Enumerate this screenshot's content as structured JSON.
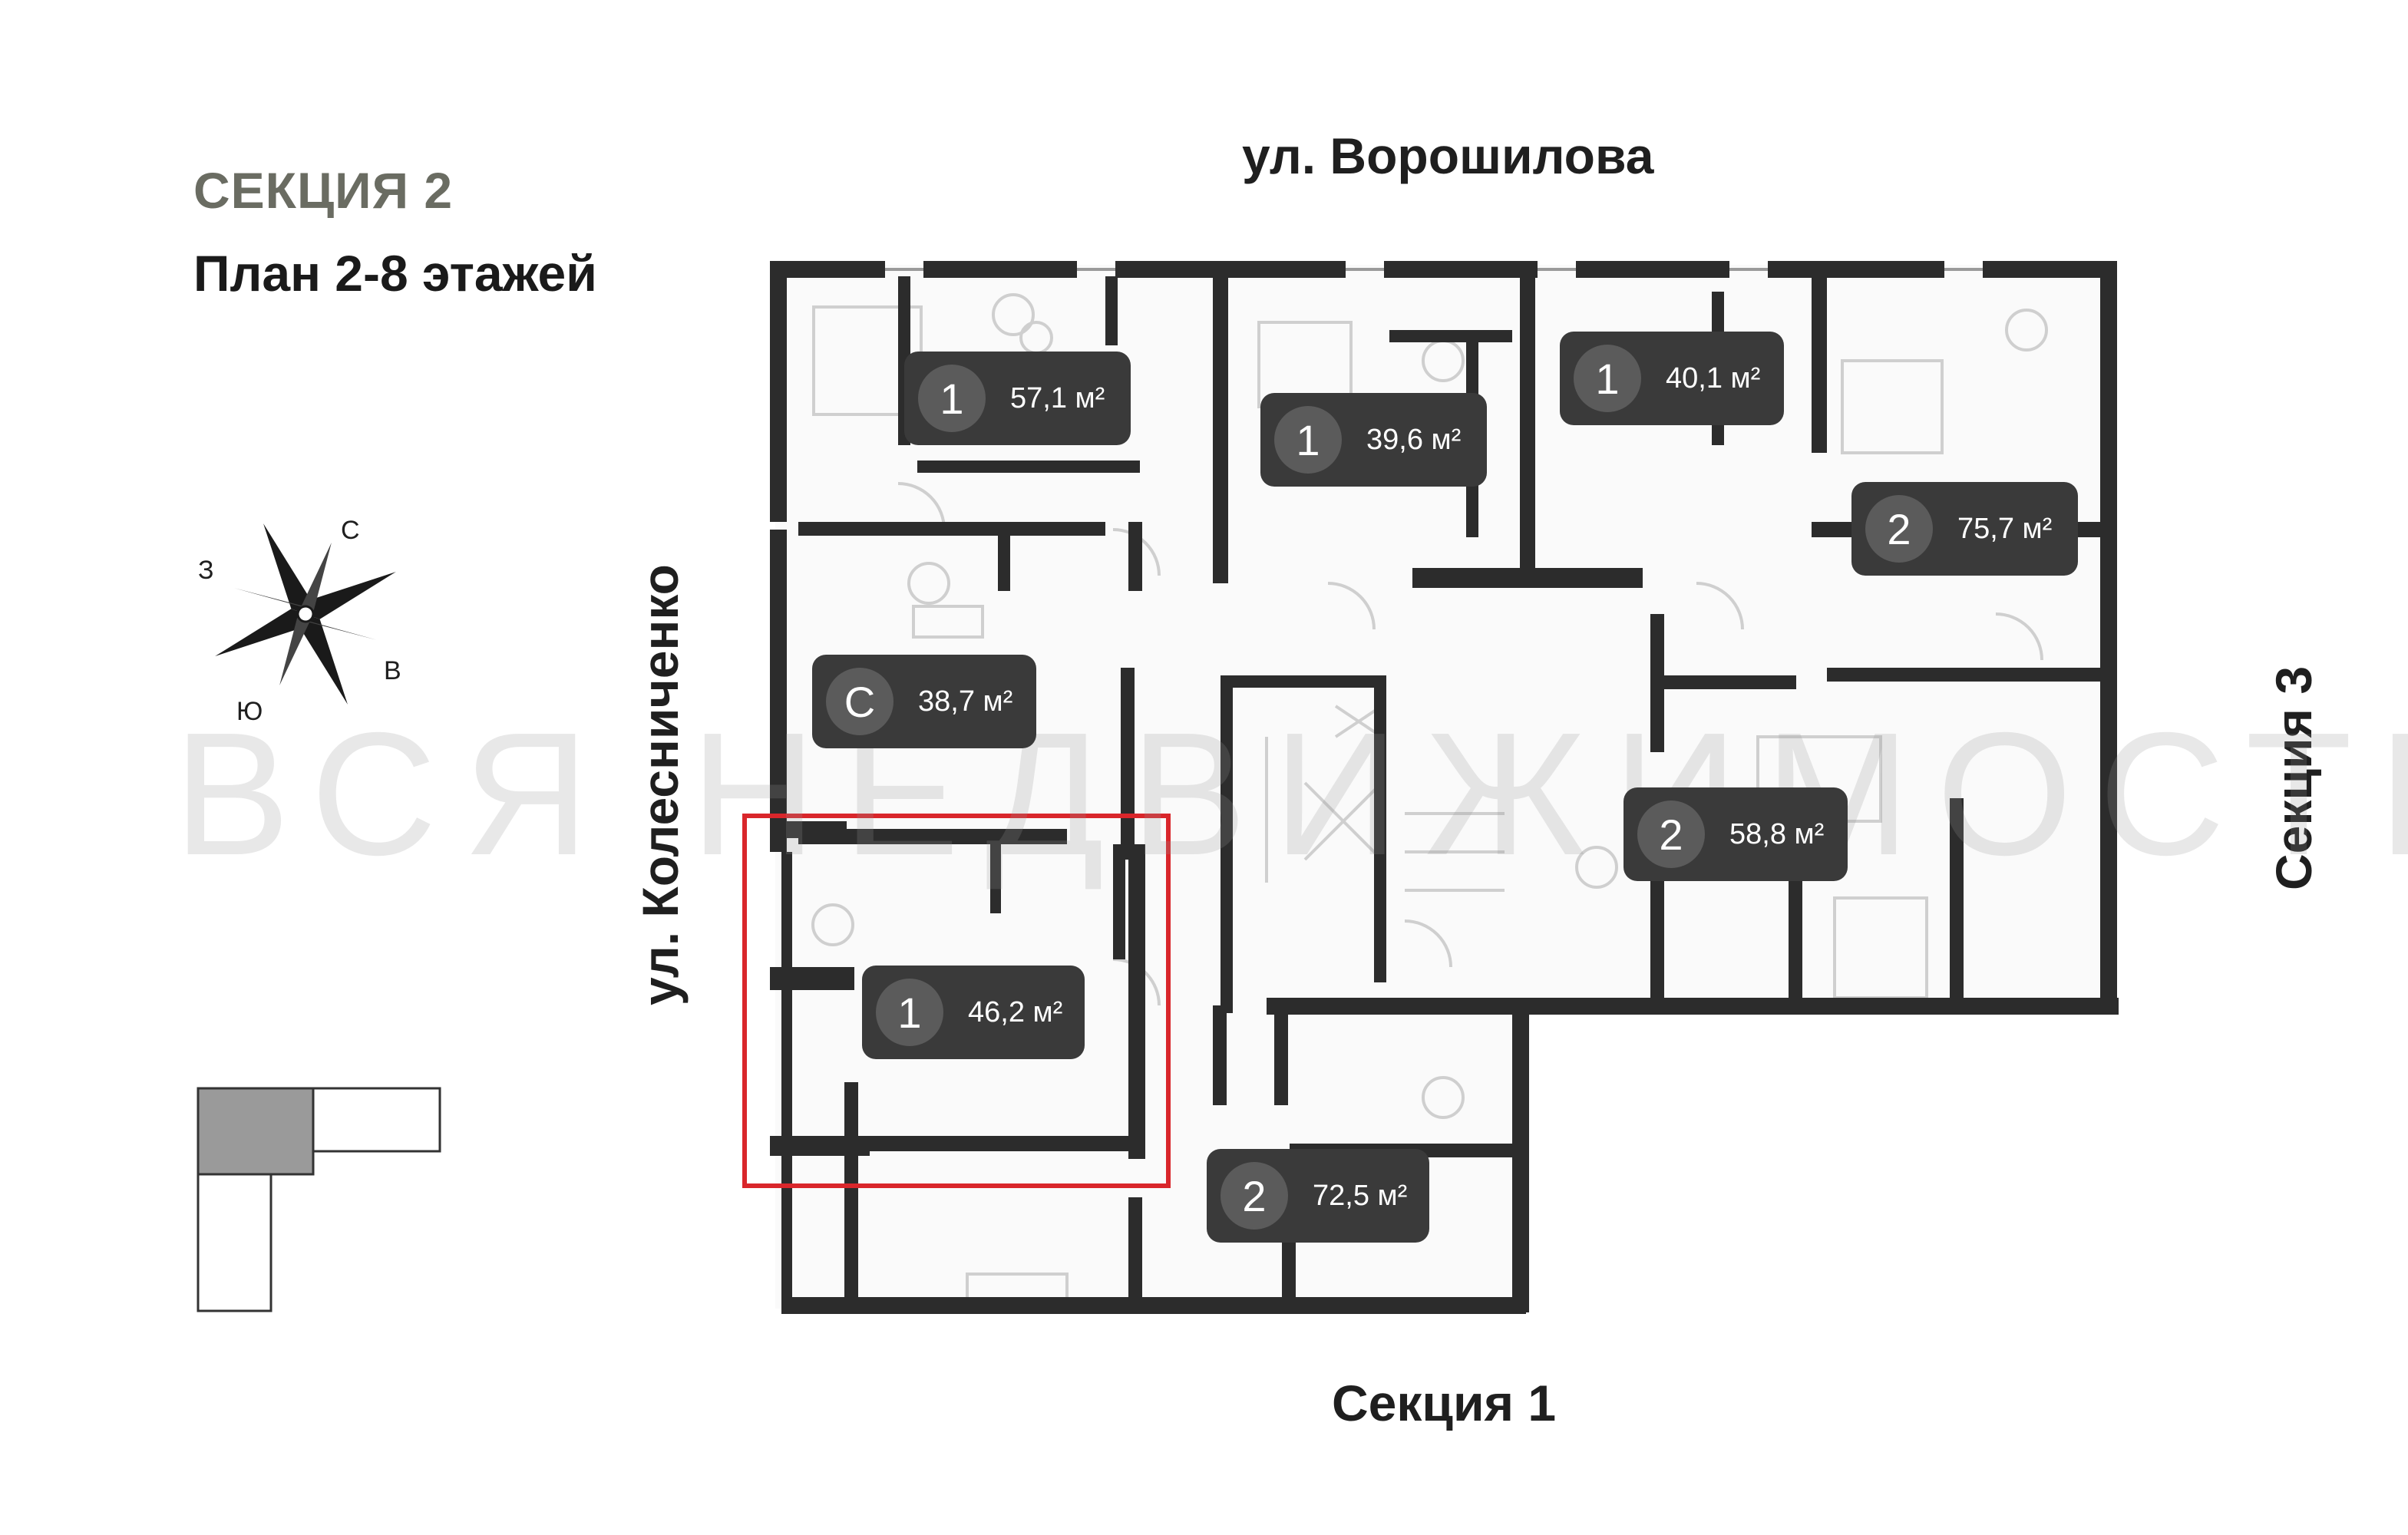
{
  "header": {
    "section_title": "СЕКЦИЯ 2",
    "plan_subtitle": "План 2-8 этажей"
  },
  "streets": {
    "top": "ул. Ворошилова",
    "left": "ул. Колесниченко"
  },
  "neighbors": {
    "bottom": "Секция 1",
    "right": "Секция 3"
  },
  "compass": {
    "n": "С",
    "w": "З",
    "s": "Ю",
    "e": "В"
  },
  "watermark": "ВСЯ НЕДВИЖИМОСТЬ",
  "apartments": [
    {
      "id": "apt-57",
      "rooms": "1",
      "area": "57,1 м²"
    },
    {
      "id": "apt-39-6",
      "rooms": "1",
      "area": "39,6 м²"
    },
    {
      "id": "apt-40-1",
      "rooms": "1",
      "area": "40,1 м²"
    },
    {
      "id": "apt-75-7",
      "rooms": "2",
      "area": "75,7 м²"
    },
    {
      "id": "apt-38-7",
      "rooms": "С",
      "area": "38,7 м²"
    },
    {
      "id": "apt-58-8",
      "rooms": "2",
      "area": "58,8 м²"
    },
    {
      "id": "apt-46-2",
      "rooms": "1",
      "area": "46,2 м²",
      "highlighted": true
    },
    {
      "id": "apt-72-5",
      "rooms": "2",
      "area": "72,5 м²"
    }
  ],
  "colors": {
    "wall": "#2c2c2c",
    "badge": "#3a3a3a",
    "highlight": "#d9262b",
    "key_plan_active": "#9a9a9a"
  }
}
